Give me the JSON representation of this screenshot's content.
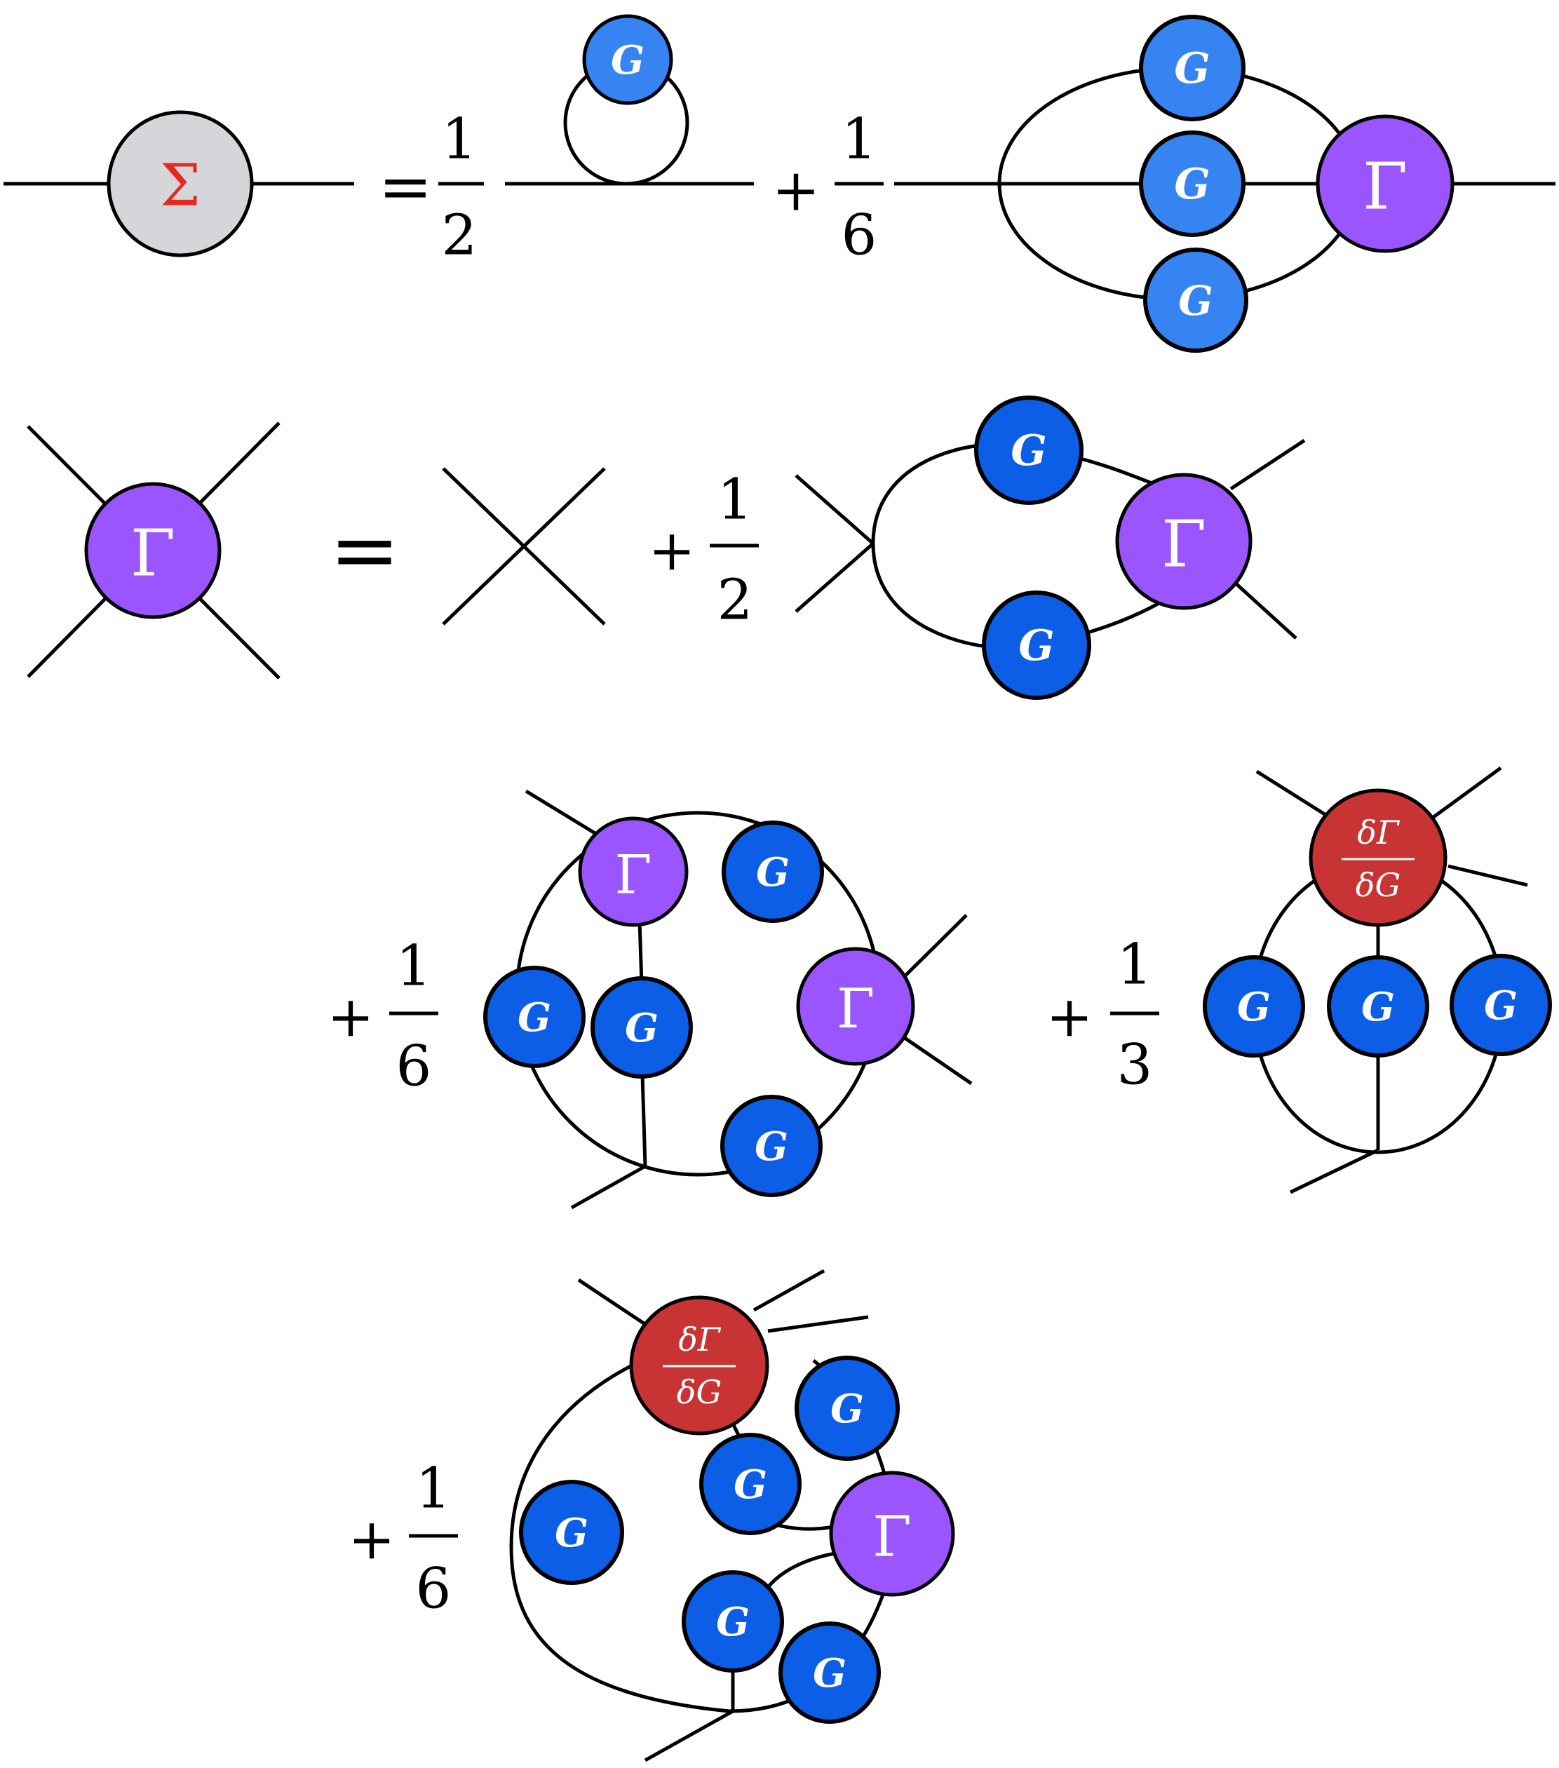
{
  "symbols": {
    "sigma": "Σ",
    "gamma": "Γ",
    "g": "G",
    "equals": "=",
    "plus": "+",
    "one": "1",
    "two": "2",
    "three": "3",
    "six": "6",
    "dgamma_num": "δΓ",
    "dgamma_den": "δG"
  },
  "colors": {
    "sigma_fill": "#d4d6da",
    "sigma_text": "#e8281f",
    "g_light": "#3584f2",
    "g_dark": "#0d5ee6",
    "gamma": "#9a55ff",
    "dgamma": "#c83333",
    "line": "#000000"
  },
  "icons": {
    "g_node": "blue-circle",
    "gamma_node": "purple-circle",
    "sigma_node": "gray-circle",
    "dgamma_node": "red-circle"
  }
}
